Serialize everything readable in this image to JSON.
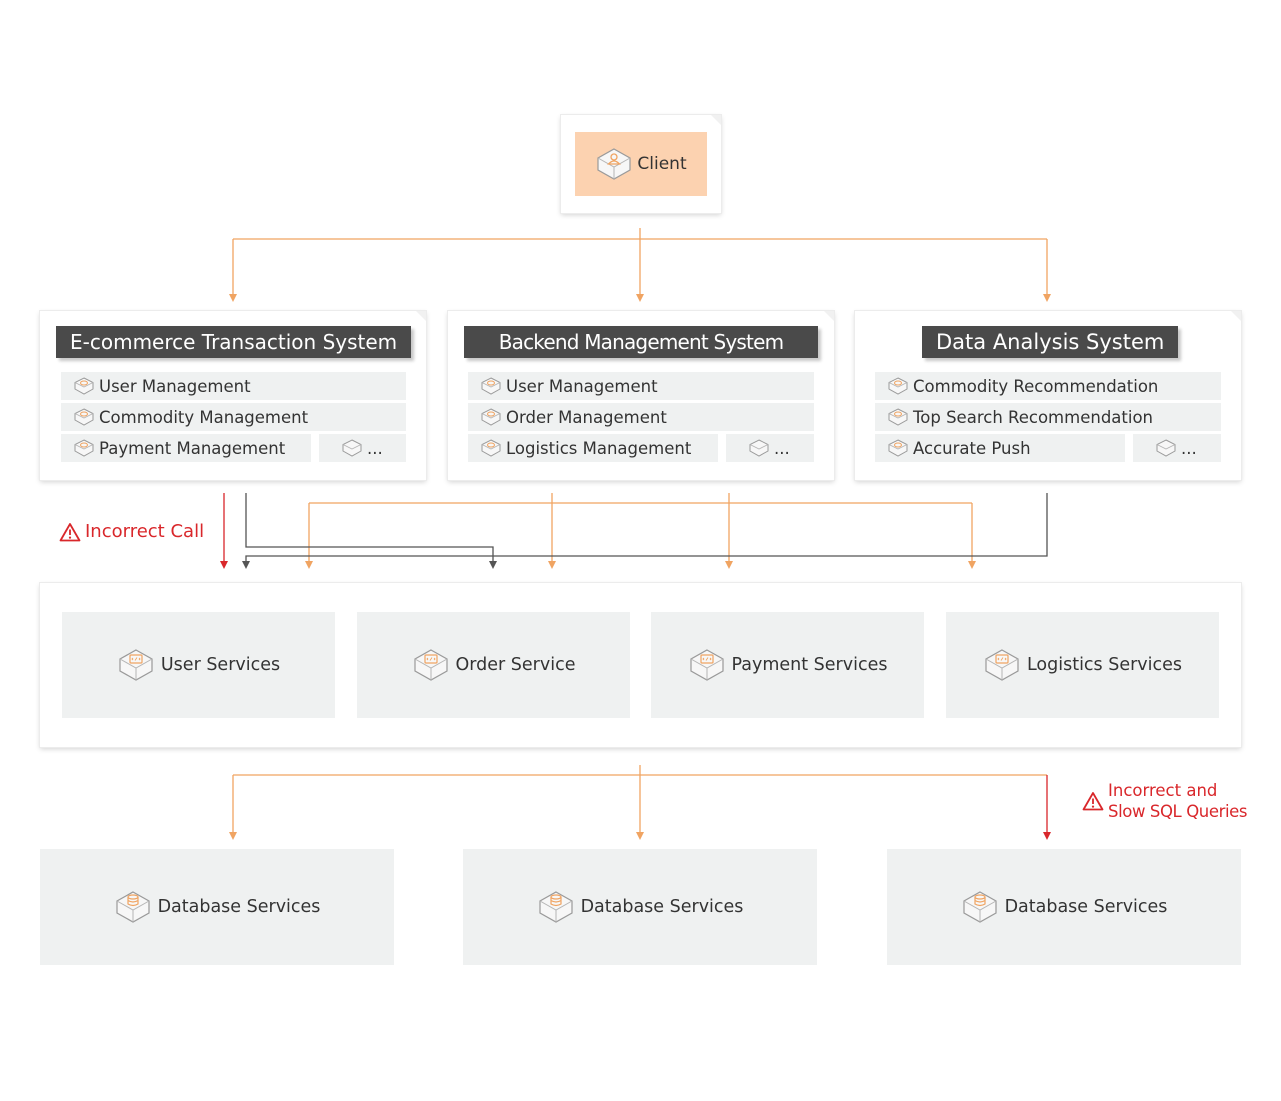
{
  "client": {
    "label": "Client",
    "icon": "user-icon"
  },
  "systems": [
    {
      "title": "E-commerce Transaction System",
      "items": [
        "User Management",
        "Commodity Management",
        "Payment Management"
      ],
      "more": "..."
    },
    {
      "title": "Backend Management System",
      "items": [
        "User Management",
        "Order Management",
        "Logistics Management"
      ],
      "more": "..."
    },
    {
      "title": "Data Analysis System",
      "items": [
        "Commodity Recommendation",
        "Top Search Recommendation",
        "Accurate Push"
      ],
      "more": "..."
    }
  ],
  "services": [
    "User Services",
    "Order Service",
    "Payment Services",
    "Logistics Services"
  ],
  "databases": [
    "Database Services",
    "Database Services",
    "Database Services"
  ],
  "warnings": {
    "incorrect_call": "Incorrect Call",
    "slow_sql_line1": "Incorrect and",
    "slow_sql_line2": "Slow SQL Queries"
  },
  "colors": {
    "arrow": "#f0a462",
    "error": "#d9272b",
    "dark_line": "#555555",
    "client_fill": "#fcd2b0",
    "title_bar": "#4a4a4a",
    "panel": "#eff1f1"
  }
}
